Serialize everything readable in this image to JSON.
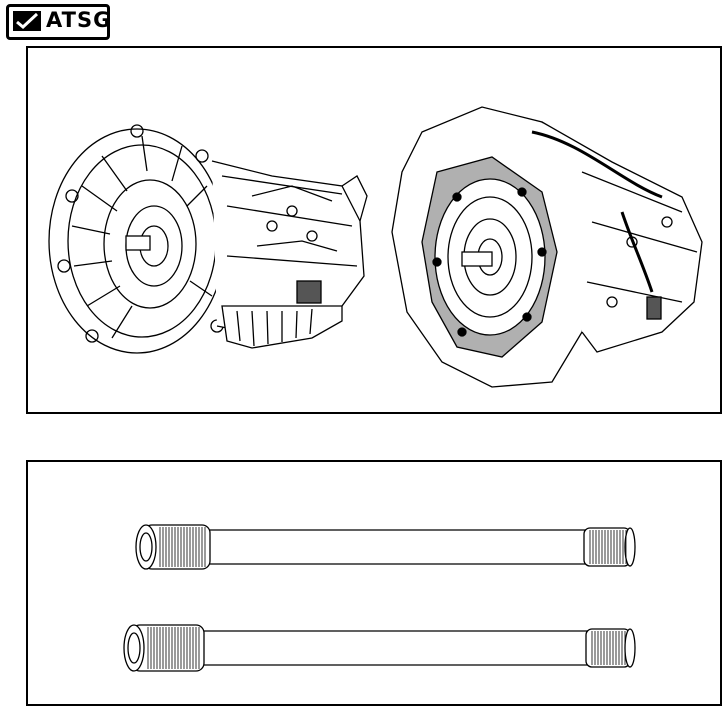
{
  "logo": {
    "text": "ATSG"
  },
  "panels": {
    "top": {
      "items": [
        "transmission-left-view",
        "transmission-right-view"
      ]
    },
    "bottom": {
      "items": [
        "output-shaft-upper",
        "output-shaft-lower"
      ]
    }
  },
  "colors": {
    "line": "#000000",
    "background": "#ffffff",
    "gasket": "#b0b0b0"
  }
}
